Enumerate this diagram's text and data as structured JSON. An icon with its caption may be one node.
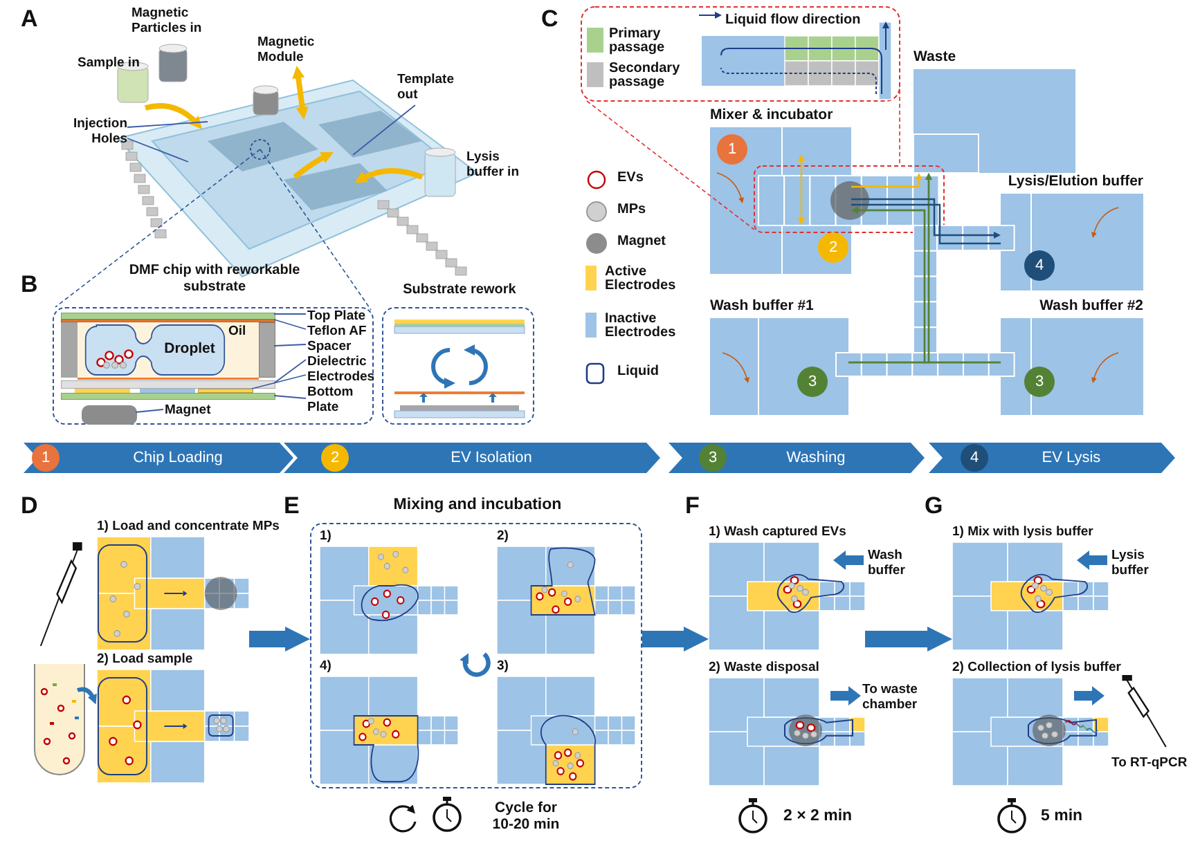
{
  "diagram": {
    "nodes": [
      {
        "text": [
          "Injection Holes"
        ]
      },
      {
        "text": [
          "Template out"
        ]
      },
      {
        "text": [
          "DMF chip with reworkable substrate"
        ]
      },
      {
        "text": [
          "Droplet"
        ],
        "in": 2
      },
      {
        "text": [
          "Top Plate"
        ],
        "in": 2
      },
      {
        "text": [
          "Teflon AF"
        ],
        "in": 2
      },
      {
        "text": [
          "Spacer"
        ],
        "in": 2
      },
      {
        "text": [
          "Dielectric"
        ],
        "in": 2
      },
      {
        "text": [
          "Electrodes"
        ],
        "in": 2
      },
      {
        "text": [
          "Bottom Plate"
        ],
        "in": 2
      },
      {
        "text": [
          "Magnet"
        ],
        "in": 2
      },
      {
        "text": [
          "Substrate rework"
        ]
      },
      {
        "text": [
          "Waste"
        ]
      },
      {
        "text": [
          "Mixer & incubator"
        ]
      },
      {
        "text": [
          "1"
        ],
        "in": 13
      },
      {
        "text": [
          "2"
        ],
        "in": 13
      },
      {
        "text": [
          "Lysis/Elution buffer"
        ]
      },
      {
        "text": [
          "4"
        ],
        "in": 16
      },
      {
        "text": [
          "Wash buffer #1"
        ]
      },
      {
        "text": [
          "3"
        ],
        "in": 18
      },
      {
        "text": [
          "Wash buffer #2"
        ]
      },
      {
        "text": [
          "3"
        ],
        "in": 20
      },
      {
        "text": [
          "Chip Loading"
        ]
      },
      {
        "text": [
          "1"
        ],
        "in": 22
      },
      {
        "text": [
          "EV Isolation"
        ]
      },
      {
        "text": [
          "2"
        ],
        "in": 24
      },
      {
        "text": [
          "Washing"
        ]
      },
      {
        "text": [
          "3"
        ],
        "in": 26
      },
      {
        "text": [
          "EV Lysis"
        ]
      },
      {
        "text": [
          "4"
        ],
        "in": 28
      },
      {
        "text": [
          "1) Load and concentrate MPs"
        ]
      },
      {
        "text": [
          "2) Load sample"
        ]
      },
      {
        "text": [
          "Mixing and incubation"
        ]
      },
      {
        "text": [
          "1)"
        ],
        "in": 32
      },
      {
        "text": [
          "2)"
        ],
        "in": 32
      },
      {
        "text": [
          "4)"
        ],
        "in": 32
      },
      {
        "text": [
          "3)"
        ],
        "in": 32
      },
      {
        "text": [
          "1) Wash captured EVs"
        ],
        "beside": [
          "Wash buffer"
        ]
      },
      {
        "text": [
          "2) Waste disposal"
        ],
        "beside": [
          "To waste chamber"
        ]
      },
      {
        "text": [
          "1) Mix with lysis buffer"
        ],
        "beside": [
          "Lysis buffer"
        ]
      },
      {
        "text": [
          "2) Collection of lysis buffer"
        ],
        "beside": [
          "To RT-qPCR"
        ]
      },
      {
        "text": [],
        "shape": "bar",
        "in": 2
      },
      {
        "text": [],
        "shape": "bar",
        "in": 2
      },
      {
        "text": [],
        "shape": "bar",
        "in": 2
      },
      {
        "text": [],
        "shape": "bar",
        "in": 2
      },
      {
        "text": [],
        "shape": "bar",
        "in": 2
      },
      {
        "text": [],
        "shape": "bar",
        "in": 2
      },
      {
        "text": [],
        "shape": "box",
        "in": 2
      }
    ],
    "edges": [
      {
        "from": 0,
        "to": null,
        "arrow": "none"
      },
      {
        "from": 0,
        "to": null,
        "arrow": "none"
      },
      {
        "from": 1,
        "to": null,
        "arrow": "none"
      },
      {
        "from": 4,
        "to": 41,
        "arrow": "none"
      },
      {
        "from": 5,
        "to": 42,
        "arrow": "none"
      },
      {
        "from": 6,
        "to": 43,
        "arrow": "none"
      },
      {
        "from": 7,
        "to": 44,
        "arrow": "none"
      },
      {
        "from": 8,
        "to": 45,
        "arrow": "none"
      },
      {
        "from": 9,
        "to": 46,
        "arrow": "none"
      },
      {
        "from": 10,
        "to": 47,
        "arrow": "none"
      },
      {
        "from": 30,
        "to": 32,
        "arrow": "to",
        "style": "thick",
        "color": "#2e75b6"
      },
      {
        "from": 32,
        "to": 37,
        "arrow": "to",
        "style": "thick",
        "color": "#2e75b6"
      },
      {
        "from": 37,
        "to": 39,
        "arrow": "to",
        "style": "thick",
        "color": "#2e75b6"
      },
      {
        "from": 18,
        "to": 13,
        "arrow": "to",
        "color": "#548235"
      },
      {
        "from": 18,
        "to": 12,
        "arrow": "to",
        "color": "#548235"
      },
      {
        "from": 20,
        "to": 13,
        "arrow": "to",
        "color": "#548235"
      },
      {
        "from": 20,
        "to": 12,
        "arrow": "to",
        "color": "#548235"
      },
      {
        "from": 13,
        "to": 12,
        "arrow": "to",
        "color": "#f5b800"
      },
      {
        "from": 13,
        "to": 16,
        "arrow": "to",
        "color": "#1f4e79"
      },
      {
        "from": 13,
        "to": 16,
        "arrow": "none",
        "color": "#1f4e79"
      }
    ],
    "labels": [
      "A",
      "Magnetic Particles in",
      "Magnetic Module",
      "Sample in",
      "Lysis buffer in",
      "B",
      "Oil",
      "C",
      "D",
      "E",
      "Cycle for 10-20 min",
      "F",
      "2 × 2 min",
      "G",
      "5 min"
    ],
    "legend": [
      {
        "text": "Liquid flow direction"
      },
      {
        "text": "Primary passage",
        "color": "#a9d18e"
      },
      {
        "text": "Secondary passage",
        "color": "#bfbfbf"
      },
      {
        "text": "EVs"
      },
      {
        "text": "MPs"
      },
      {
        "text": "Magnet"
      },
      {
        "text": "Active Electrodes",
        "color": "#ffd34f"
      },
      {
        "text": "Inactive Electrodes",
        "color": "#9dc3e6"
      },
      {
        "text": "Liquid"
      }
    ]
  }
}
